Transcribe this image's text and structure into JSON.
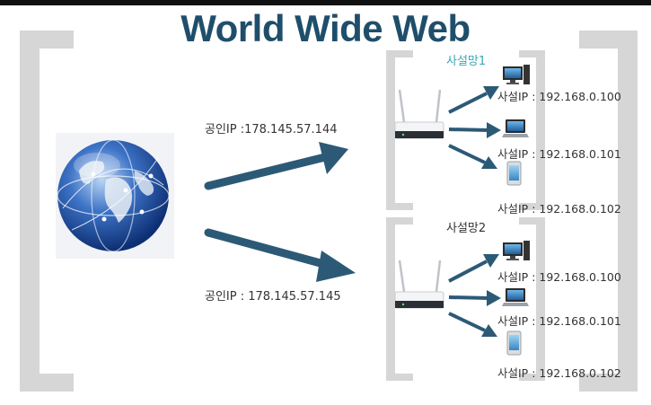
{
  "title": "World Wide Web",
  "networks": [
    {
      "name": "사설망1",
      "public_ip": "공인IP :178.145.57.144",
      "devices": [
        {
          "icon": "desktop-computer-icon",
          "ip": "사설IP : 192.168.0.100"
        },
        {
          "icon": "laptop-icon",
          "ip": "사설IP : 192.168.0.101"
        },
        {
          "icon": "smartphone-icon",
          "ip": "사설IP : 192.168.0.102"
        }
      ]
    },
    {
      "name": "사설망2",
      "public_ip": "공인IP : 178.145.57.145",
      "devices": [
        {
          "icon": "desktop-computer-icon",
          "ip": "사설IP : 192.168.0.100"
        },
        {
          "icon": "laptop-icon",
          "ip": "사설IP : 192.168.0.101"
        },
        {
          "icon": "smartphone-icon",
          "ip": "사설IP : 192.168.0.102"
        }
      ]
    }
  ],
  "colors": {
    "title": "#1f4e6a",
    "arrow": "#2c5a76",
    "bracket": "#d6d6d6",
    "network1_label": "#3aa6b9"
  },
  "icons": {
    "globe": "globe-icon",
    "router": "router-icon"
  }
}
